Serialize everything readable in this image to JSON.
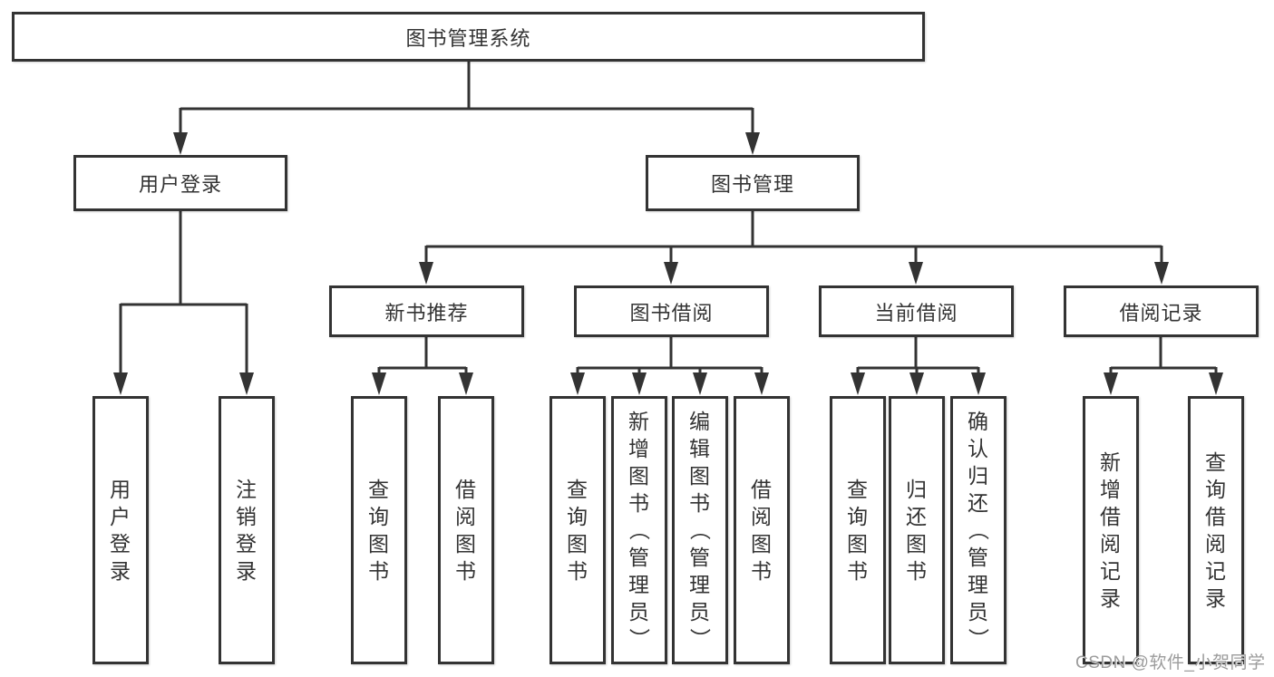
{
  "diagram": {
    "title": "图书管理系统",
    "level2": [
      {
        "label": "用户登录"
      },
      {
        "label": "图书管理"
      }
    ],
    "level3": [
      {
        "label": "新书推荐"
      },
      {
        "label": "图书借阅"
      },
      {
        "label": "当前借阅"
      },
      {
        "label": "借阅记录"
      }
    ],
    "leaves": {
      "user_login": [
        {
          "label": "用户登录"
        },
        {
          "label": "注销登录"
        }
      ],
      "new_book_recommend": [
        {
          "label": "查询图书"
        },
        {
          "label": "借阅图书"
        }
      ],
      "book_borrow": [
        {
          "label": "查询图书"
        },
        {
          "label": "新增图书（管理员）"
        },
        {
          "label": "编辑图书（管理员）"
        },
        {
          "label": "借阅图书"
        }
      ],
      "current_borrow": [
        {
          "label": "查询图书"
        },
        {
          "label": "归还图书"
        },
        {
          "label": "确认归还（管理员）"
        }
      ],
      "borrow_records": [
        {
          "label": "新增借阅记录"
        },
        {
          "label": "查询借阅记录"
        }
      ]
    },
    "watermark": "CSDN @软件_小贺同学",
    "colors": {
      "line": "#333333",
      "border": "#333333",
      "fill": "#ffffff",
      "text": "#333333",
      "watermark": "#9c9c9c",
      "background": "#ffffff"
    }
  }
}
